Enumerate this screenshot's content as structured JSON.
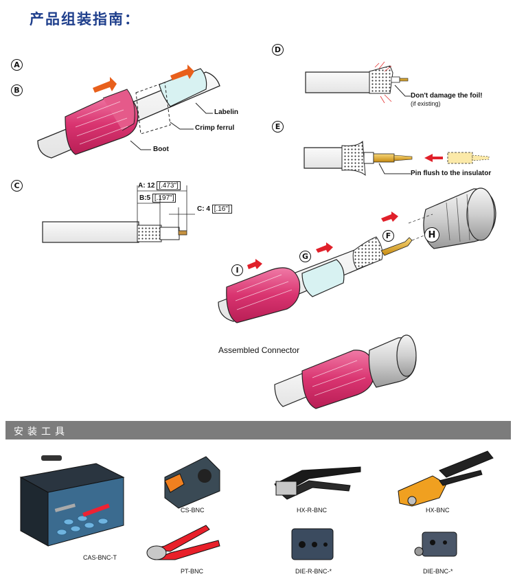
{
  "page_title": "产品组装指南：",
  "steps": {
    "a": "A",
    "b": "B",
    "c": "C",
    "d": "D",
    "e": "E",
    "f": "F",
    "g": "G",
    "h": "H",
    "i": "I"
  },
  "labels": {
    "labelin": "Labelin",
    "crimp_ferrul": "Crimp ferrul",
    "boot": "Boot",
    "dont_damage": "Don't damage the foil!",
    "if_existing": "(if existing)",
    "pin_flush": "Pin flush to the insulator",
    "dim_a": "A: 12",
    "dim_a_in": "[.473\"]",
    "dim_b": "B:5",
    "dim_b_in": "[.197\"]",
    "dim_c": "C: 4",
    "dim_c_in": "[.16\"]",
    "assembled": "Assembled Connector"
  },
  "tools_section": {
    "title": "安装工具"
  },
  "tools": [
    {
      "name": "CAS-BNC-T"
    },
    {
      "name": "CS-BNC"
    },
    {
      "name": "HX-R-BNC"
    },
    {
      "name": "HX-BNC"
    },
    {
      "name": "PT-BNC"
    },
    {
      "name": "DIE-R-BNC-*"
    },
    {
      "name": "DIE-BNC-*"
    }
  ],
  "colors": {
    "title": "#1f3f8c",
    "boot_pink": "#e0457a",
    "arrow_orange": "#e8601c",
    "arrow_red": "#e0202a",
    "ferrule_cyan": "#d8f2f2",
    "section_bar": "#7c7c7c",
    "pin_gold": "#e8b020"
  }
}
